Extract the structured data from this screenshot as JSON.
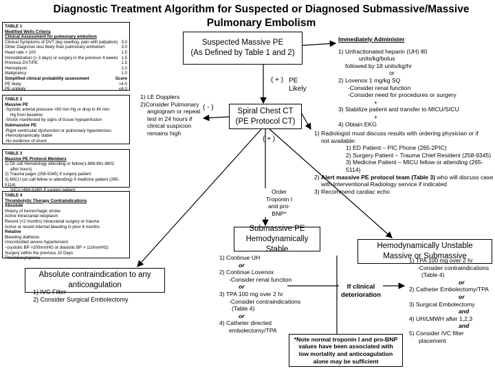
{
  "title": "Diagnostic Treatment Algorithm for Suspected or Diagnosed Submassive/Massive Pulmonary Embolism",
  "table1": {
    "heading": "TABLE 1",
    "subheading": "Modified Wells Criteria",
    "section": "Clinical Assessment for pulmonary embolism",
    "rows": [
      {
        "label": "Clinical Symptoms of DVT (leg swelling, pain with palpation)",
        "score": "3.0"
      },
      {
        "label": "Other Diagnosis less likely than pulmonary embolism",
        "score": "3.0"
      },
      {
        "label": "Heart rate > 100",
        "score": "1.5"
      },
      {
        "label": "Immobilization (≥ 3 days) or surgery in the previous 4 weeks",
        "score": "1.5"
      },
      {
        "label": "Previous DVT/PE",
        "score": "1.5"
      },
      {
        "label": "Hemoptysis",
        "score": "1.0"
      },
      {
        "label": "Malignancy",
        "score": "1.0"
      }
    ],
    "prob_header": "Simplified clinical probability assessment",
    "prob_score_header": "Score",
    "prob_rows": [
      {
        "label": "PE likely",
        "score": ">4.0"
      },
      {
        "label": "PE unlikely",
        "score": "≤4.0"
      }
    ]
  },
  "table2": {
    "heading": "TABLE 2",
    "s1": "Massive PE",
    "l1": "-Systolic arterial pressure <90 mm Hg or drop in 40 mm",
    "l1b": "Hg from baseline",
    "l2": "-Shock manifested by signs of tissue hypoperfusion",
    "s2": "Submassive PE",
    "l3": "-Right ventricular dysfunction or pulmonary hypertension",
    "l4": "-Hemodynamically stable",
    "l5": "-No evidence of shock"
  },
  "table3": {
    "heading": "TABLE 3",
    "sub": "Massive PE Protocol Members",
    "l1": "1) On call Hematology attending or fellow(1-888-961-8802",
    "l1b": "after hours)",
    "l2": "2) Trauma pager (258-9345) if surgery patient",
    "l3": "3) MICU (on call fellow or attending) if medicine patient (265-5114)",
    "l3b": "SICU (494-9189) if surgery patient"
  },
  "table4": {
    "heading": "TABLE 4",
    "sub": "Thrombolytic Therapy Contraindications",
    "abs": "Absolute",
    "a1": "History of hemorrhagic stroke",
    "a2": "Active intracranial neoplasm",
    "a3": "Recent (<2 months) intracranial surgery or trauma",
    "a4": "Active or recent internal bleeding in prior 6 months",
    "rel": "Relative",
    "r1": "Bleeding diathesis",
    "r2": "Uncontrolled severe hypertension",
    "r3": "–(systolic BP >200mmHG or diastolic BP > 110mmHG)",
    "r4": "Surgery within the previous 10 Days",
    "r5": "Thrombocytopenia"
  },
  "flow": {
    "suspected_l1": "Suspected Massive PE",
    "suspected_l2": "(As Defined by Table 1 and 2)",
    "plus1": "( + )",
    "pe_likely_l1": "PE",
    "pe_likely_l2": "Likely",
    "minus": "( - )",
    "ct_l1": "Spiral Chest CT",
    "ct_l2": "(PE Protocol CT)",
    "plus2": "( + )",
    "order_l1": "Order",
    "order_l2": "Troponin I",
    "order_l3": "and pro-",
    "order_l4": "BNP*",
    "submassive_l1": "Submassive PE",
    "submassive_l2": "Hemodynamically Stable",
    "unstable_l1": "Hemodynamically Unstable",
    "unstable_l2": "Massive or Submassive",
    "absolute_l1": "Absolute contraindication to any",
    "absolute_l2": "anticoagulation",
    "if_clinical_l1": "If clinical",
    "if_clinical_l2": "deterioration",
    "note_l1": "*Note normal troponin I and pro-BNP",
    "note_l2": "values have been associated with",
    "note_l3": "low mortality and anticoagulation",
    "note_l4": "alone may be sufficient"
  },
  "le_doppler": {
    "l1": "1) LE Dopplers",
    "l2": "2)Consider Pulmonary",
    "l3": "angiogram or repeat",
    "l4": "test in 24 hours if",
    "l5": "clinical suspicion",
    "l6": "remains high"
  },
  "immediate": {
    "heading": "Immediately Administer",
    "l1": "1) Unfractionated heparin (UH) 80",
    "l2": "units/kg/bolus",
    "l3": "followed by 18 units/kg/hr",
    "or1": "or",
    "l4": "2) Lovenox 1 mg/kg SQ",
    "l5": "-Consider renal function",
    "l6": "-Consider need for procedures or surgery",
    "plus1": "+",
    "l7": "3) Stabilize patient  and transfer to MICU/SICU",
    "plus2": "+",
    "l8": "4) Obtain EKG"
  },
  "radiologist": {
    "l1": "1) Radiologist must discuss results with ordering physician or if",
    "l2": "not available:",
    "l3": "1) ED Patient        – PIC Phone (265-2PIC)",
    "l4": "2) Surgery Patient  – Trauma Chief Resident (258-9345)",
    "l5": "3) Medicine Patient – MICU fellow or attending (265-5114)",
    "l6a": "2) ",
    "l6b": "Alert massive PE protocol team (Table 3)",
    "l6c": " who will discuss case",
    "l7": "with Interventional Radiology service if indicated",
    "l8": "3) Recommend cardiac echo"
  },
  "stable_list": {
    "l1": "1) Continue UH",
    "or1": "or",
    "l2": "2) Continue Lovenox",
    "l3": "-Consider renal function",
    "or2": "or",
    "l4": "3) TPA 100 mg over 2 hr",
    "l5": "-Consider contraindications",
    "l6": "(Table 4)",
    "or3": "or",
    "l7": "4) Catheter directed",
    "l8": "embolectomy/TPA"
  },
  "absolute_list": {
    "l1": "1) IVC Filter",
    "l2": "2) Consider Surgical Embolectomy"
  },
  "unstable_list": {
    "l1": "1) TPA 100 mg over 2 hr",
    "l2": "-Consider contraindications",
    "l3": "(Table 4)",
    "or1": "or",
    "l4": "2) Catheter Embolectomy/TPA",
    "or2": "or",
    "l5": "3) Surgical Embolectomy",
    "and1": "and",
    "l6": "4) UH/LMWH after 1,2,3",
    "and2": "and",
    "l7": "5) Consider IVC filter",
    "l8": "placement"
  }
}
